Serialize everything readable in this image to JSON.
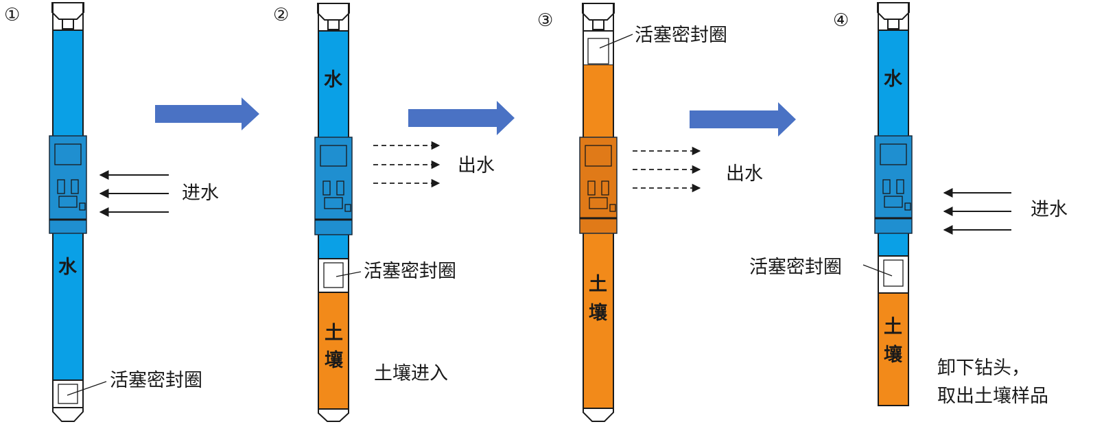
{
  "colors": {
    "water": "#0aa0e6",
    "soil": "#f28a1a",
    "big_arrow": "#4a72c4",
    "outline": "#1a1a1a",
    "coupler_blue": "#1f8fd0",
    "coupler_orange": "#e07a18"
  },
  "panels": [
    {
      "step": "①",
      "water_label": "水",
      "piston_label": "活塞密封圈",
      "flow_label": "进水",
      "caption": ""
    },
    {
      "step": "②",
      "water_label": "水",
      "piston_label": "活塞密封圈",
      "flow_label": "出水",
      "soil_label": [
        "土",
        "壤"
      ],
      "caption": "土壤进入"
    },
    {
      "step": "③",
      "piston_label": "活塞密封圈",
      "flow_label": "出水",
      "soil_label": [
        "土",
        "壤"
      ],
      "caption": ""
    },
    {
      "step": "④",
      "water_label": "水",
      "piston_label": "活塞密封圈",
      "flow_label": "进水",
      "soil_label": [
        "土",
        "壤"
      ],
      "caption_lines": [
        "卸下钻头，",
        "取出土壤样品"
      ]
    }
  ]
}
